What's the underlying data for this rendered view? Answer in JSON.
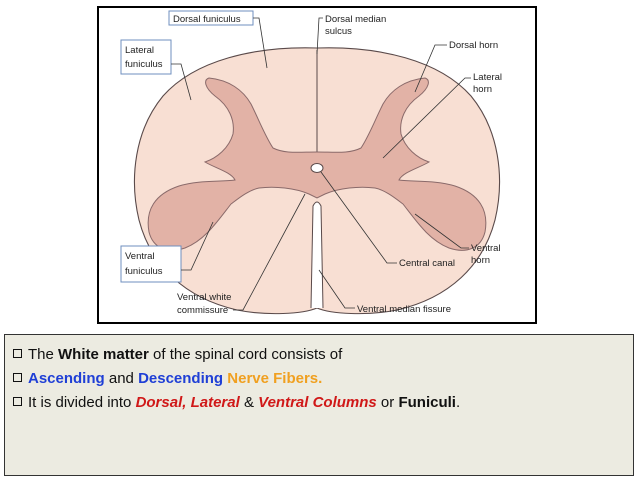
{
  "diagram": {
    "labels": {
      "dorsal_funiculus": "Dorsal funiculus",
      "dorsal_median_1": "Dorsal median",
      "dorsal_median_2": "sulcus",
      "dorsal_horn": "Dorsal horn",
      "lateral_funiculus_1": "Lateral",
      "lateral_funiculus_2": "funiculus",
      "lateral_horn_1": "Lateral",
      "lateral_horn_2": "horn",
      "ventral_funiculus_1": "Ventral",
      "ventral_funiculus_2": "funiculus",
      "ventral_horn_1": "Ventral",
      "ventral_horn_2": "horn",
      "central_canal": "Central canal",
      "ventral_white_1": "Ventral white",
      "ventral_white_2": "commissure",
      "ventral_median_fissure": "Ventral median fissure"
    },
    "colors": {
      "white_matter": "#f8dfd3",
      "gray_matter": "#e2b2a6",
      "label_box_border": "#6f8fbf"
    }
  },
  "bullets": {
    "line1": {
      "a": "The ",
      "b": "White matter",
      "c": " of the spinal cord consists of"
    },
    "line2": {
      "a": "Ascending",
      "b": " and ",
      "c": "Descending",
      "d": " ",
      "e": "Nerve Fibers."
    },
    "line3": {
      "a": "It is divided into ",
      "b": "Dorsal, Lateral",
      "c": " & ",
      "d": "Ventral Columns",
      "e": " or ",
      "f": "Funiculi",
      "g": "."
    }
  }
}
